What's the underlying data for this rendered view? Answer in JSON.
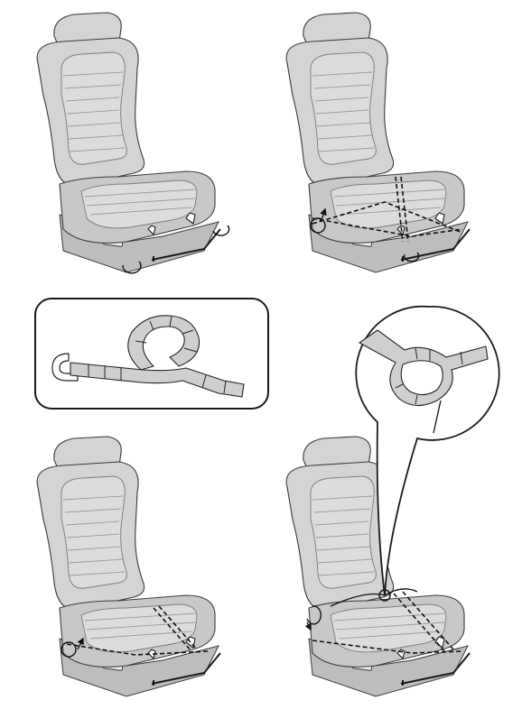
{
  "figure": {
    "panels": [
      {
        "id": "seat-plain",
        "depicts": "seat-icon"
      },
      {
        "id": "seat-straps-crossed",
        "depicts": "seat-icon"
      },
      {
        "id": "strap-loop-inset",
        "depicts": "strap-loop-icon"
      },
      {
        "id": "seat-strap-rear",
        "depicts": "seat-icon"
      },
      {
        "id": "seat-strap-knotted",
        "depicts": "seat-icon"
      }
    ],
    "colors": {
      "seat": "#d4d4d4",
      "cushion": "#c8c8c8",
      "outline": "#3a3a3a",
      "strap": "#111111",
      "background": "#ffffff"
    }
  }
}
